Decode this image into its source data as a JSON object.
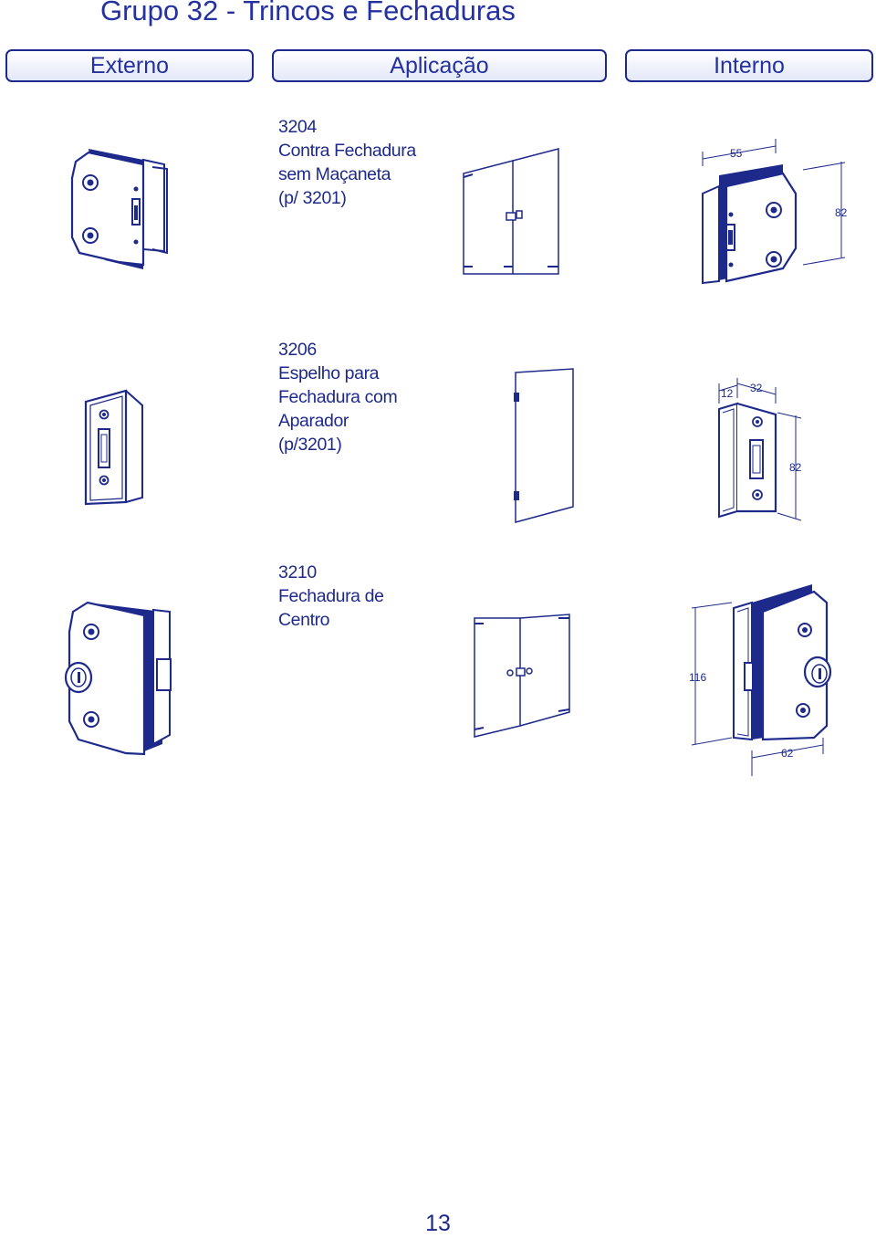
{
  "page": {
    "title": "Grupo 32 - Trincos e Fechaduras",
    "page_number": "13"
  },
  "columns": {
    "externo": "Externo",
    "aplicacao": "Aplicação",
    "interno": "Interno"
  },
  "colors": {
    "primary": "#1d2a8c",
    "header_fill": "#e3e8f8"
  },
  "products": [
    {
      "code": "3204",
      "lines": [
        "Contra Fechadura",
        "sem Maçaneta",
        "(p/ 3201)"
      ],
      "dimensions": {
        "width": "55",
        "height": "82"
      }
    },
    {
      "code": "3206",
      "lines": [
        "Espelho para",
        "Fechadura com",
        "Aparador",
        "(p/3201)"
      ],
      "dimensions": {
        "flange": "12",
        "width": "32",
        "height": "82"
      }
    },
    {
      "code": "3210",
      "lines": [
        "Fechadura de",
        "Centro"
      ],
      "dimensions": {
        "height": "116",
        "width": "62"
      }
    }
  ]
}
